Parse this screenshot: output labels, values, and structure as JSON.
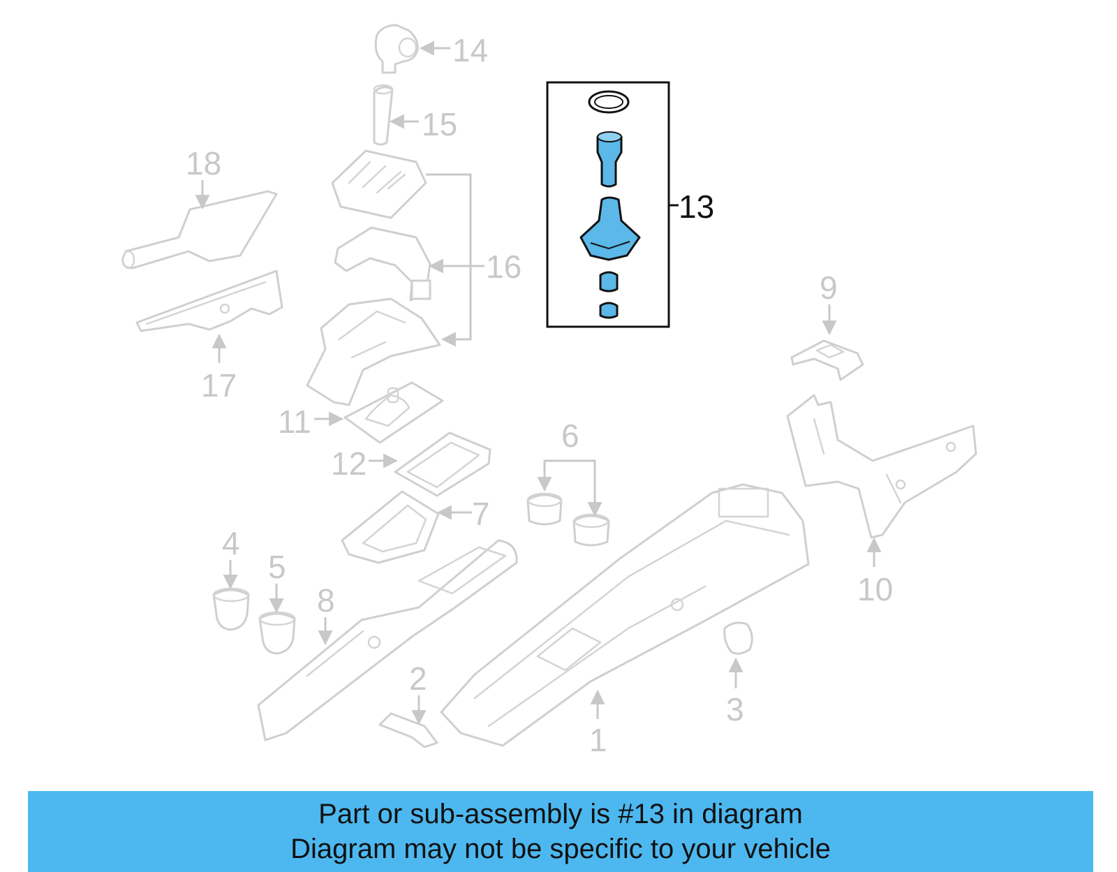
{
  "callouts": {
    "c1": "1",
    "c2": "2",
    "c3": "3",
    "c4": "4",
    "c5": "5",
    "c6": "6",
    "c7": "7",
    "c8": "8",
    "c9": "9",
    "c10": "10",
    "c11": "11",
    "c12": "12",
    "c13": "13",
    "c14": "14",
    "c15": "15",
    "c16": "16",
    "c17": "17",
    "c18": "18"
  },
  "highlighted_callout": "13",
  "colors": {
    "highlight_fill": "#5bb8e8",
    "banner_background": "#4db8f0",
    "line_gray": "#c8c8c8",
    "text_dark": "#111111"
  },
  "banner": {
    "line1": "Part or sub-assembly is #13 in diagram",
    "line2": "Diagram may not be specific to your vehicle"
  }
}
